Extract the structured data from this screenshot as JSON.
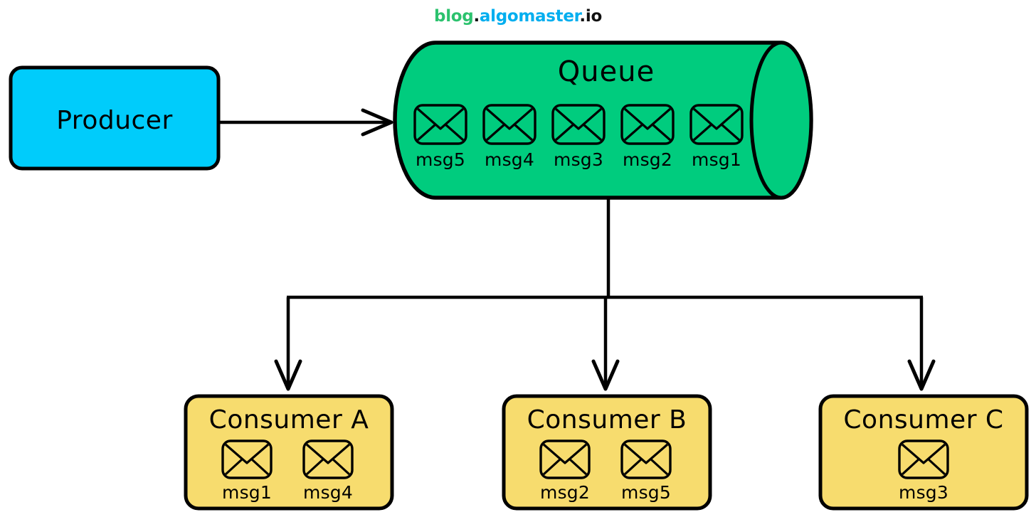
{
  "watermark": {
    "part1": "blog",
    "dot1": ".",
    "part2": "algomaster",
    "part3": ".io",
    "color_part1": "#2cc26e",
    "color_part2": "#00aeef",
    "color_part3": "#111111"
  },
  "colors": {
    "producer_fill": "#00ccfb",
    "queue_fill": "#00cc7e",
    "consumer_fill": "#f7dc6e",
    "stroke": "#000000",
    "background": "#ffffff"
  },
  "producer": {
    "label": "Producer"
  },
  "queue": {
    "label": "Queue",
    "messages": [
      {
        "label": "msg5",
        "icon": "envelope-icon"
      },
      {
        "label": "msg4",
        "icon": "envelope-icon"
      },
      {
        "label": "msg3",
        "icon": "envelope-icon"
      },
      {
        "label": "msg2",
        "icon": "envelope-icon"
      },
      {
        "label": "msg1",
        "icon": "envelope-icon"
      }
    ]
  },
  "consumers": [
    {
      "label": "Consumer A",
      "messages": [
        {
          "label": "msg1",
          "icon": "envelope-icon"
        },
        {
          "label": "msg4",
          "icon": "envelope-icon"
        }
      ]
    },
    {
      "label": "Consumer B",
      "messages": [
        {
          "label": "msg2",
          "icon": "envelope-icon"
        },
        {
          "label": "msg5",
          "icon": "envelope-icon"
        }
      ]
    },
    {
      "label": "Consumer C",
      "messages": [
        {
          "label": "msg3",
          "icon": "envelope-icon"
        }
      ]
    }
  ],
  "connections": [
    {
      "from": "producer",
      "to": "queue",
      "style": "arrow-right"
    },
    {
      "from": "queue",
      "to": "consumer-a",
      "style": "arrow-down"
    },
    {
      "from": "queue",
      "to": "consumer-b",
      "style": "arrow-down"
    },
    {
      "from": "queue",
      "to": "consumer-c",
      "style": "arrow-down"
    }
  ]
}
